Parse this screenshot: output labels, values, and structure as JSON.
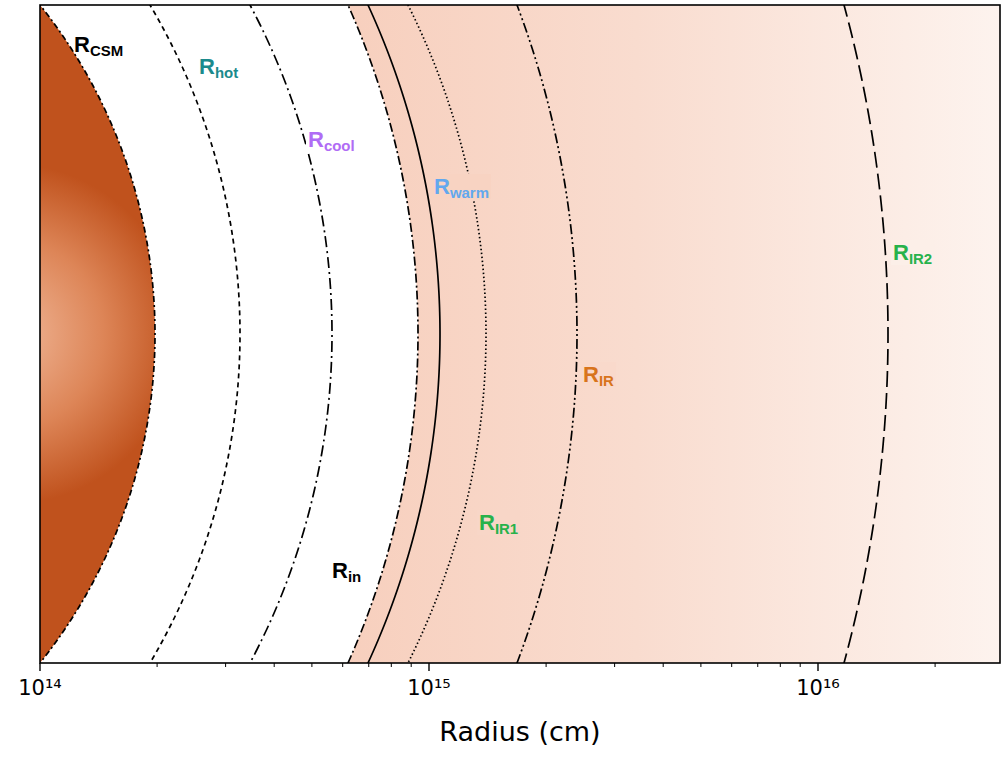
{
  "diagram": {
    "labels": [
      "RCSM",
      "Rhot",
      "Rcool",
      "Rwarm",
      "Rin",
      "RIR",
      "RIR1",
      "RIR2",
      "10¹⁴",
      "10¹⁵",
      "10¹⁶",
      "Radius (cm)"
    ]
  }
}
